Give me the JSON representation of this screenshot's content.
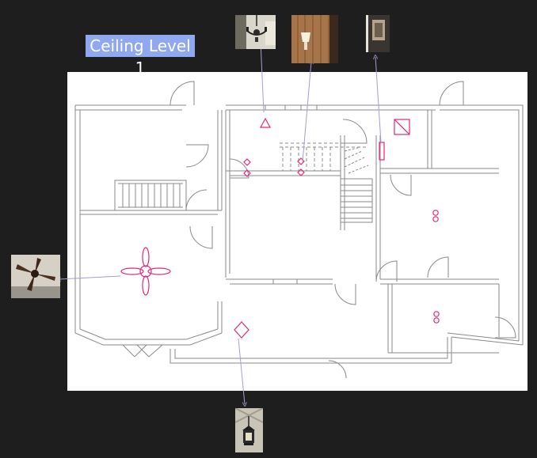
{
  "title": "Ceiling Level 1",
  "colors": {
    "background": "#1f1e1e",
    "sheet": "#ffffff",
    "title_bg": "#8fa8f0",
    "wall": "#8a8a8a",
    "fixture": "#e0287a",
    "leader": "#b9a6d9"
  },
  "fixtures": [
    {
      "id": "chandelier-pendant",
      "symbol": "triangle"
    },
    {
      "id": "wall-sconce-pair",
      "symbol": "diamonds"
    },
    {
      "id": "mirror-light",
      "symbol": "rectangle"
    },
    {
      "id": "ceiling-fan",
      "symbol": "fan"
    },
    {
      "id": "hanging-lantern",
      "symbol": "diamond"
    },
    {
      "id": "recessed-light-right",
      "symbol": "double-circle"
    },
    {
      "id": "recessed-light-lower-right",
      "symbol": "double-circle"
    },
    {
      "id": "exhaust-fan",
      "symbol": "box-x"
    }
  ],
  "photos": [
    {
      "id": "chandelier-photo",
      "icon": "chandelier-icon"
    },
    {
      "id": "sconce-photo",
      "icon": "sconce-icon"
    },
    {
      "id": "mirror-photo",
      "icon": "mirror-icon"
    },
    {
      "id": "ceiling-fan-photo",
      "icon": "ceiling-fan-icon"
    },
    {
      "id": "lantern-photo",
      "icon": "lantern-icon"
    }
  ]
}
